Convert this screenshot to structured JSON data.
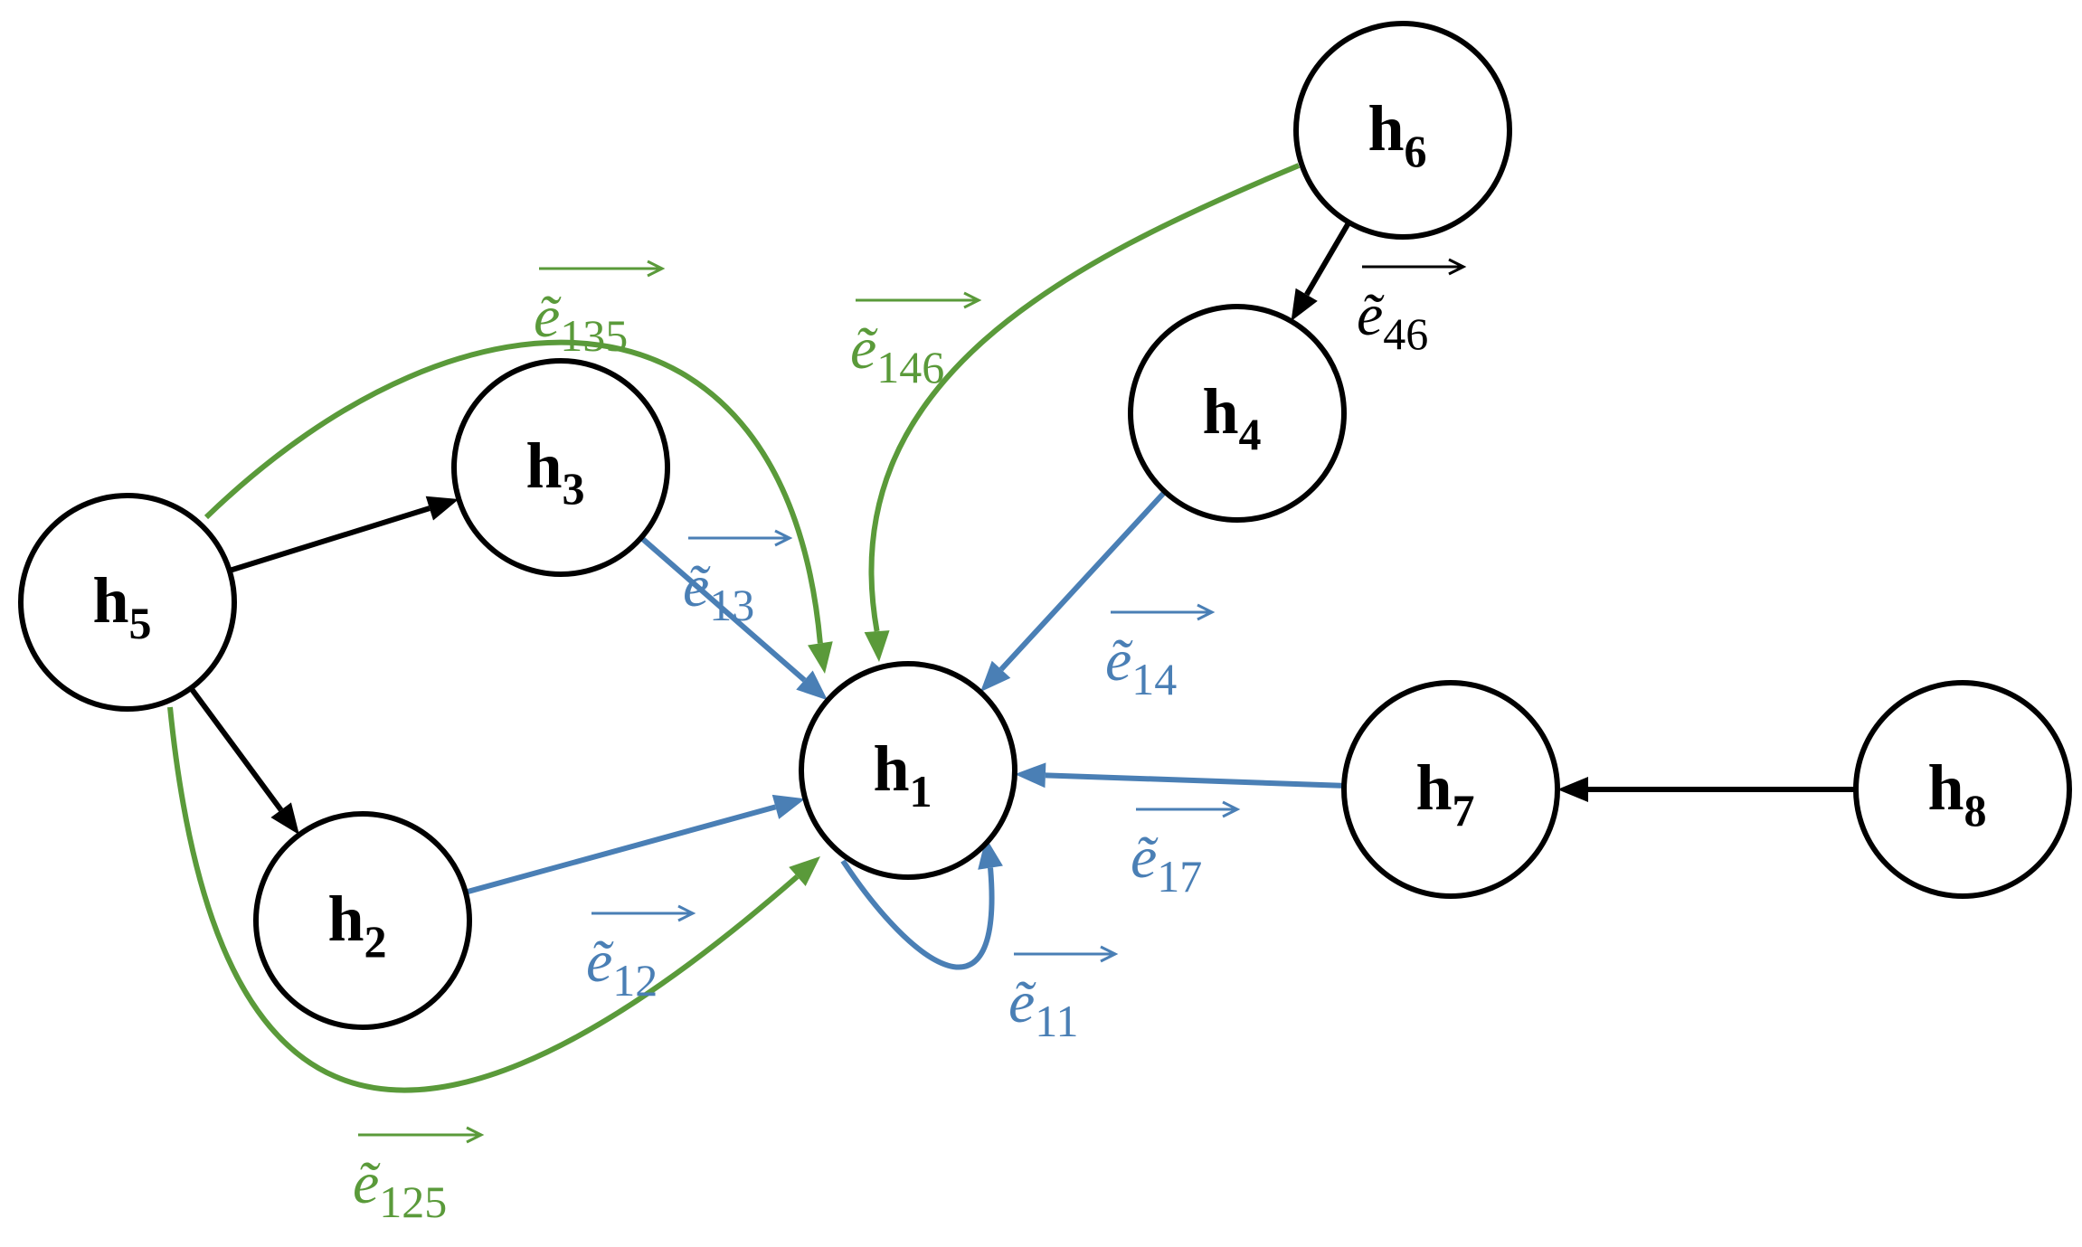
{
  "colors": {
    "black": "#000000",
    "blue": "#4a7fb5",
    "green": "#5a9a3a"
  },
  "nodes": [
    {
      "id": "h1",
      "base": "h",
      "sub": "1"
    },
    {
      "id": "h2",
      "base": "h",
      "sub": "2"
    },
    {
      "id": "h3",
      "base": "h",
      "sub": "3"
    },
    {
      "id": "h4",
      "base": "h",
      "sub": "4"
    },
    {
      "id": "h5",
      "base": "h",
      "sub": "5"
    },
    {
      "id": "h6",
      "base": "h",
      "sub": "6"
    },
    {
      "id": "h7",
      "base": "h",
      "sub": "7"
    },
    {
      "id": "h8",
      "base": "h",
      "sub": "8"
    }
  ],
  "edges": [
    {
      "id": "e5-3",
      "from": "h5",
      "to": "h3",
      "color": "black"
    },
    {
      "id": "e5-2",
      "from": "h5",
      "to": "h2",
      "color": "black"
    },
    {
      "id": "e6-4",
      "from": "h6",
      "to": "h4",
      "color": "black"
    },
    {
      "id": "e8-7",
      "from": "h8",
      "to": "h7",
      "color": "black"
    },
    {
      "id": "e3-1",
      "from": "h3",
      "to": "h1",
      "color": "blue"
    },
    {
      "id": "e2-1",
      "from": "h2",
      "to": "h1",
      "color": "blue"
    },
    {
      "id": "e4-1",
      "from": "h4",
      "to": "h1",
      "color": "blue"
    },
    {
      "id": "e7-1",
      "from": "h7",
      "to": "h1",
      "color": "blue"
    },
    {
      "id": "e1-1",
      "from": "h1",
      "to": "h1",
      "color": "blue"
    },
    {
      "id": "e135",
      "from": "h5",
      "to": "h1",
      "color": "green"
    },
    {
      "id": "e125",
      "from": "h5",
      "to": "h1",
      "color": "green"
    },
    {
      "id": "e146",
      "from": "h6",
      "to": "h1",
      "color": "green"
    }
  ],
  "edge_labels": [
    {
      "id": "lbl-e135",
      "base": "ẽ",
      "sub": "135",
      "color": "green"
    },
    {
      "id": "lbl-e146",
      "base": "ẽ",
      "sub": "146",
      "color": "green"
    },
    {
      "id": "lbl-e46",
      "base": "ẽ",
      "sub": "46",
      "color": "black"
    },
    {
      "id": "lbl-e13",
      "base": "ẽ",
      "sub": "13",
      "color": "blue"
    },
    {
      "id": "lbl-e14",
      "base": "ẽ",
      "sub": "14",
      "color": "blue"
    },
    {
      "id": "lbl-e12",
      "base": "ẽ",
      "sub": "12",
      "color": "blue"
    },
    {
      "id": "lbl-e17",
      "base": "ẽ",
      "sub": "17",
      "color": "blue"
    },
    {
      "id": "lbl-e11",
      "base": "ẽ",
      "sub": "11",
      "color": "blue"
    },
    {
      "id": "lbl-e125",
      "base": "ẽ",
      "sub": "125",
      "color": "green"
    }
  ]
}
